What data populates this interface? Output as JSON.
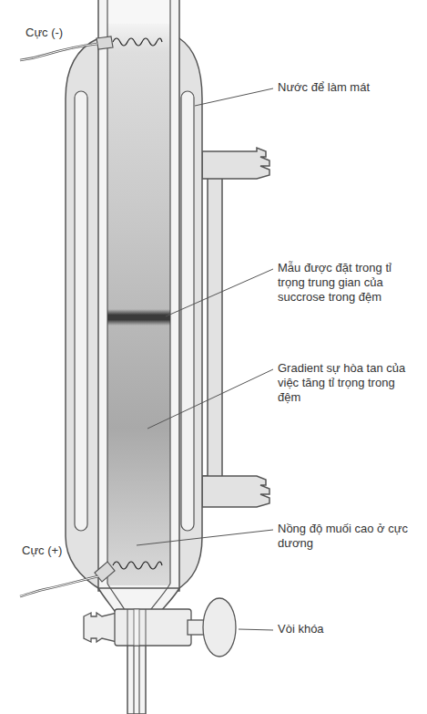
{
  "diagram": {
    "labels": [
      "Cực (-)",
      "Nước để làm mát",
      "Mẫu được đặt trong tỉ trọng trung gian của succrose trong đệm",
      "Gradient sự hòa tan của việc tăng tỉ trọng trong đệm",
      "Nồng độ muối cao ở cực dương",
      "Cực (+)",
      "Vòi khóa"
    ]
  }
}
